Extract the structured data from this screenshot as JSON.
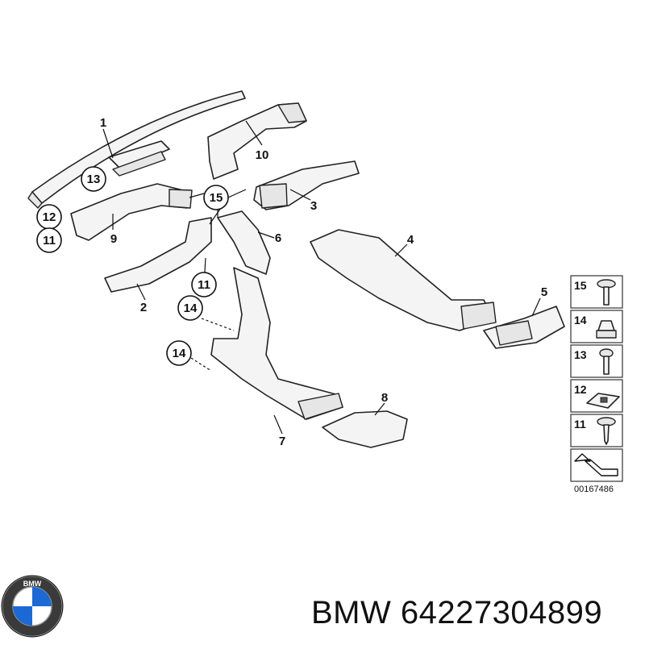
{
  "diagram": {
    "callouts_plain": [
      "1",
      "10",
      "3",
      "4",
      "6",
      "2",
      "5",
      "8",
      "7",
      "9"
    ],
    "callouts_circled": [
      "13",
      "12",
      "11",
      "15",
      "11",
      "14",
      "14"
    ],
    "legend": [
      "15",
      "14",
      "13",
      "12",
      "11"
    ],
    "diagram_id": "00167486"
  },
  "footer": {
    "brand": "BMW",
    "part_number": "64227304899",
    "logo_letters": "BMW"
  }
}
